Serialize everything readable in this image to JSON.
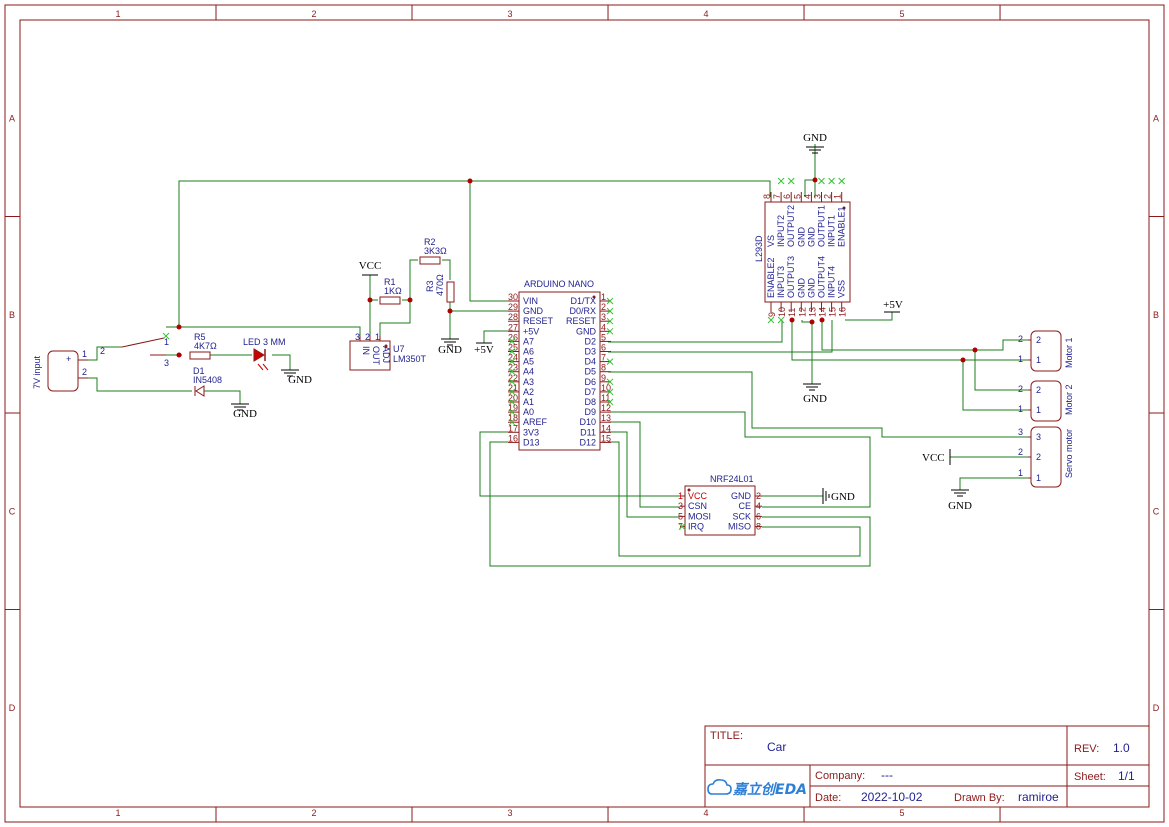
{
  "zones": {
    "columns": [
      "1",
      "2",
      "3",
      "4",
      "5"
    ],
    "rows": [
      "A",
      "B",
      "C",
      "D"
    ]
  },
  "power": {
    "gnd": "GND",
    "vcc": "VCC",
    "p5v": "+5V"
  },
  "input": {
    "label": "7V input",
    "plus": "+",
    "pin1": "1",
    "pin2": "2"
  },
  "switch": {
    "p1": "1",
    "p2": "2",
    "p3": "3"
  },
  "r5": {
    "ref": "R5",
    "val": "4K7Ω"
  },
  "led": {
    "ref": "LED 3 MM"
  },
  "d1": {
    "ref": "D1",
    "val": "IN5408"
  },
  "r1": {
    "ref": "R1",
    "val": "1KΩ"
  },
  "r2": {
    "ref": "R2",
    "val": "3K3Ω"
  },
  "r3": {
    "ref": "R3",
    "val": "470Ω"
  },
  "u7": {
    "ref": "U7",
    "val": "LM350T",
    "in": "IN",
    "out": "OUT",
    "adj": "ADJ",
    "p3": "3",
    "p2": "2",
    "p1": "1"
  },
  "nano": {
    "title": "ARDUINO NANO",
    "left_pins": [
      {
        "num": "30",
        "name": "VIN"
      },
      {
        "num": "29",
        "name": "GND"
      },
      {
        "num": "28",
        "name": "RESET"
      },
      {
        "num": "27",
        "name": "+5V"
      },
      {
        "num": "26",
        "name": "A7"
      },
      {
        "num": "25",
        "name": "A6"
      },
      {
        "num": "24",
        "name": "A5"
      },
      {
        "num": "23",
        "name": "A4"
      },
      {
        "num": "22",
        "name": "A3"
      },
      {
        "num": "21",
        "name": "A2"
      },
      {
        "num": "20",
        "name": "A1"
      },
      {
        "num": "19",
        "name": "A0"
      },
      {
        "num": "18",
        "name": "AREF"
      },
      {
        "num": "17",
        "name": "3V3"
      },
      {
        "num": "16",
        "name": "D13"
      }
    ],
    "right_pins": [
      {
        "num": "1",
        "name": "D1/TX"
      },
      {
        "num": "2",
        "name": "D0/RX"
      },
      {
        "num": "3",
        "name": "RESET"
      },
      {
        "num": "4",
        "name": "GND"
      },
      {
        "num": "5",
        "name": "D2"
      },
      {
        "num": "6",
        "name": "D3"
      },
      {
        "num": "7",
        "name": "D4"
      },
      {
        "num": "8",
        "name": "D5"
      },
      {
        "num": "9",
        "name": "D6"
      },
      {
        "num": "10",
        "name": "D7"
      },
      {
        "num": "11",
        "name": "D8"
      },
      {
        "num": "12",
        "name": "D9"
      },
      {
        "num": "13",
        "name": "D10"
      },
      {
        "num": "14",
        "name": "D11"
      },
      {
        "num": "15",
        "name": "D12"
      }
    ]
  },
  "l293": {
    "ref": "L293D",
    "top_pins": [
      {
        "num": "8",
        "name": "VS"
      },
      {
        "num": "7",
        "name": "INPUT2"
      },
      {
        "num": "6",
        "name": "OUTPUT2"
      },
      {
        "num": "5",
        "name": "GND"
      },
      {
        "num": "4",
        "name": "GND"
      },
      {
        "num": "3",
        "name": "OUTPUT1"
      },
      {
        "num": "2",
        "name": "INPUT1"
      },
      {
        "num": "1",
        "name": "ENABLE1"
      }
    ],
    "bottom_pins": [
      {
        "num": "9",
        "name": "ENABLE2"
      },
      {
        "num": "10",
        "name": "INPUT3"
      },
      {
        "num": "11",
        "name": "OUTPUT3"
      },
      {
        "num": "12",
        "name": "GND"
      },
      {
        "num": "13",
        "name": "GND"
      },
      {
        "num": "14",
        "name": "OUTPUT4"
      },
      {
        "num": "15",
        "name": "INPUT4"
      },
      {
        "num": "16",
        "name": "VSS"
      }
    ]
  },
  "nrf": {
    "title": "NRF24L01",
    "left_pins": [
      {
        "num": "1",
        "name": "VCC"
      },
      {
        "num": "3",
        "name": "CSN"
      },
      {
        "num": "5",
        "name": "MOSI"
      },
      {
        "num": "7",
        "name": "IRQ"
      }
    ],
    "right_pins": [
      {
        "num": "2",
        "name": "GND"
      },
      {
        "num": "4",
        "name": "CE"
      },
      {
        "num": "6",
        "name": "SCK"
      },
      {
        "num": "8",
        "name": "MISO"
      }
    ]
  },
  "motor1": {
    "label": "Motor 1",
    "p2": "2",
    "p1": "1"
  },
  "motor2": {
    "label": "Motor 2",
    "p2": "2",
    "p1": "1"
  },
  "servo": {
    "label": "Servo motor",
    "p3": "3",
    "p2": "2",
    "p1": "1"
  },
  "title_block": {
    "title_label": "TITLE:",
    "title": "Car",
    "rev_label": "REV:",
    "rev": "1.0",
    "company_label": "Company:",
    "company": "---",
    "sheet_label": "Sheet:",
    "sheet": "1/1",
    "date_label": "Date:",
    "date": "2022-10-02",
    "drawn_label": "Drawn By:",
    "drawn": "ramiroe",
    "logo": "嘉立创EDA"
  },
  "colors": {
    "frame": "#8b1a1a",
    "wire": "#1c7c1c",
    "text": "#1f1f8f",
    "junction": "#b00000",
    "noconnect": "#35c435"
  }
}
